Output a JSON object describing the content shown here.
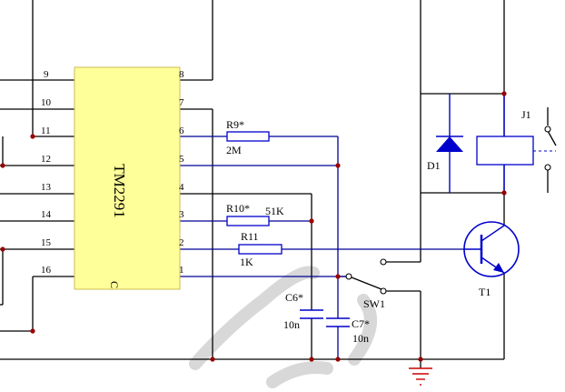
{
  "chip": {
    "name": "TM2291",
    "notch": "C"
  },
  "pins_left": [
    "9",
    "10",
    "11",
    "12",
    "13",
    "14",
    "15",
    "16"
  ],
  "pins_right": [
    "8",
    "7",
    "6",
    "5",
    "4",
    "3",
    "2",
    "1"
  ],
  "components": {
    "r9": {
      "ref": "R9*",
      "value": "2M"
    },
    "r10": {
      "ref": "R10*",
      "value": "51K"
    },
    "r11": {
      "ref": "R11",
      "value": "1K"
    },
    "c6": {
      "ref": "C6*",
      "value": "10n"
    },
    "c7": {
      "ref": "C7*",
      "value": "10n"
    },
    "sw1": {
      "ref": "SW1"
    },
    "d1": {
      "ref": "D1"
    },
    "j1": {
      "ref": "J1"
    },
    "t1": {
      "ref": "T1"
    }
  },
  "colors": {
    "component": "#0000cc",
    "junction": "#990000",
    "chip_fill": "#ffff99",
    "wire": "#000096"
  }
}
